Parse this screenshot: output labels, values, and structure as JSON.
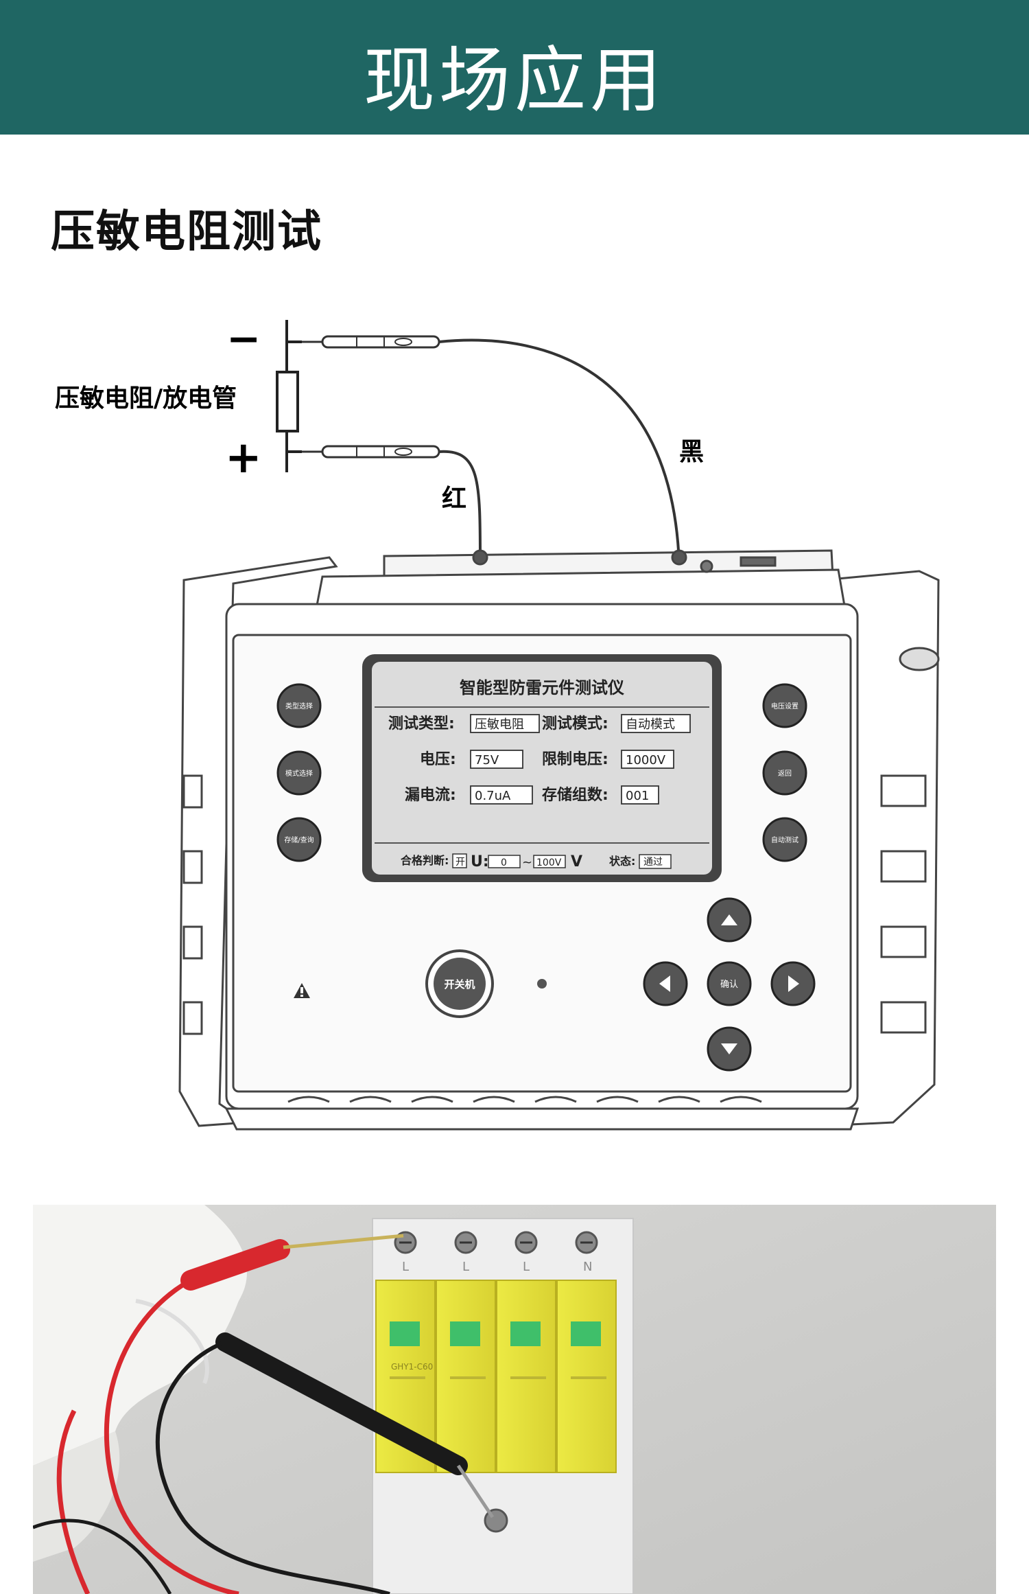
{
  "header": {
    "title": "现场应用"
  },
  "section": {
    "title": "压敏电阻测试"
  },
  "diagram": {
    "minus_sign": "−",
    "plus_sign": "+",
    "component_label": "压敏电阻/放电管",
    "lead_red_label": "红",
    "lead_black_label": "黑",
    "device": {
      "screen_title": "智能型防雷元件测试仪",
      "rows": [
        {
          "label1": "测试类型:",
          "value1": "压敏电阻",
          "label2": "测试模式:",
          "value2": "自动模式"
        },
        {
          "label1": "电压:",
          "value1": "75V",
          "label2": "限制电压:",
          "value2": "1000V"
        },
        {
          "label1": "漏电流:",
          "value1": "0.7uA",
          "label2": "存储组数:",
          "value2": "001"
        }
      ],
      "status_bar": {
        "pass_judge_label": "合格判断:",
        "pass_judge_value": "开",
        "u_label": "U:",
        "u_low": "0",
        "range_sep": "~",
        "u_high": "100V",
        "unit": "V",
        "state_label": "状态:",
        "state_value": "通过"
      },
      "left_buttons": [
        "类型选择",
        "模式选择",
        "存储/查询"
      ],
      "right_buttons": [
        "电压设置",
        "返回",
        "自动测试"
      ],
      "power_button": "开关机",
      "confirm_button": "确认",
      "icons": {
        "warning": "warning-icon",
        "up": "arrow-up-icon",
        "down": "arrow-down-icon",
        "left": "arrow-left-icon",
        "right": "arrow-right-icon"
      }
    }
  },
  "photo": {
    "terminal_labels": [
      "L",
      "L",
      "L",
      "N"
    ],
    "module_label": "GHY1-C60"
  },
  "colors": {
    "header_bg": "#1f6663",
    "header_text": "#ffffff",
    "spd_yellow": "#e8e23a",
    "probe_red": "#d8282e"
  }
}
